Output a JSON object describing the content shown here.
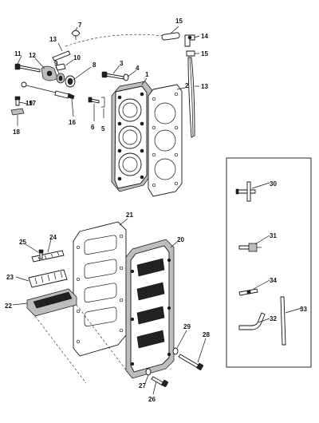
{
  "diagram": {
    "labels": [
      "1",
      "2",
      "3",
      "4",
      "5",
      "6",
      "7",
      "8",
      "9",
      "10",
      "11",
      "12",
      "13",
      "13",
      "14",
      "15",
      "15",
      "16",
      "17",
      "18",
      "19",
      "20",
      "21",
      "22",
      "23",
      "24",
      "25",
      "26",
      "27",
      "28",
      "29",
      "30",
      "31",
      "32",
      "33",
      "34"
    ]
  }
}
